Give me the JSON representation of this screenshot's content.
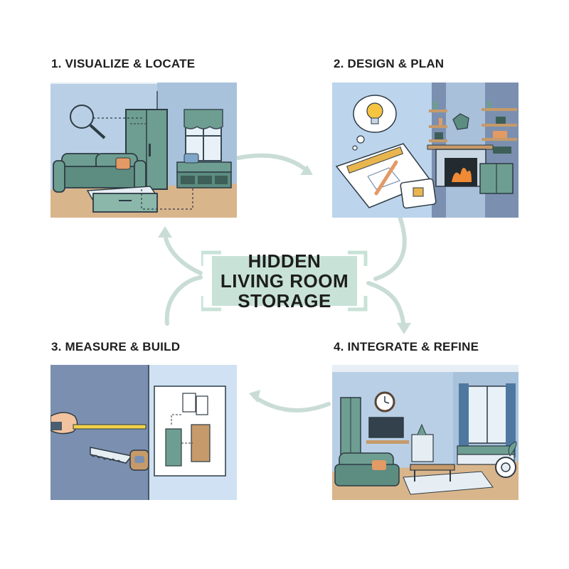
{
  "title": "HIDDEN\nLIVING ROOM\nSTORAGE",
  "steps": [
    {
      "label": "1. VISUALIZE & LOCATE"
    },
    {
      "label": "2. DESIGN & PLAN"
    },
    {
      "label": "3. MEASURE & BUILD"
    },
    {
      "label": "4. INTEGRATE & REFINE"
    }
  ],
  "colors": {
    "wall_blue": "#b5cde3",
    "sage": "#6e9e91",
    "floor": "#d7b48b",
    "accent_mint": "#c8e2d7",
    "flow_arrow": "#c9ddd6",
    "dark_wall": "#7b90b0"
  }
}
